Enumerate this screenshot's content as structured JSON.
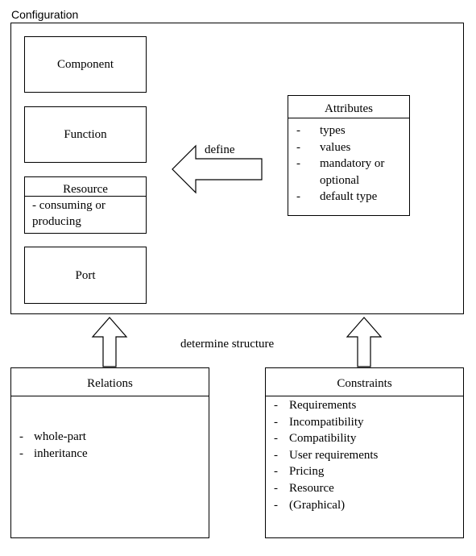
{
  "configuration": {
    "title": "Configuration"
  },
  "elements": [
    {
      "name": "component",
      "label": "Component"
    },
    {
      "name": "function",
      "label": "Function"
    },
    {
      "name": "resource",
      "label": "Resource",
      "detail": "- consuming or producing"
    },
    {
      "name": "port",
      "label": "Port"
    }
  ],
  "attributes": {
    "title": "Attributes",
    "items": [
      "types",
      "values",
      "mandatory or optional",
      "default type"
    ]
  },
  "define_label": "define",
  "determine_label": "determine structure",
  "relations": {
    "title": "Relations",
    "items": [
      "whole-part",
      "inheritance"
    ]
  },
  "constraints": {
    "title": "Constraints",
    "items": [
      "Requirements",
      "Incompatibility",
      "Compatibility",
      "User requirements",
      "Pricing",
      "Resource",
      "(Graphical)"
    ]
  }
}
